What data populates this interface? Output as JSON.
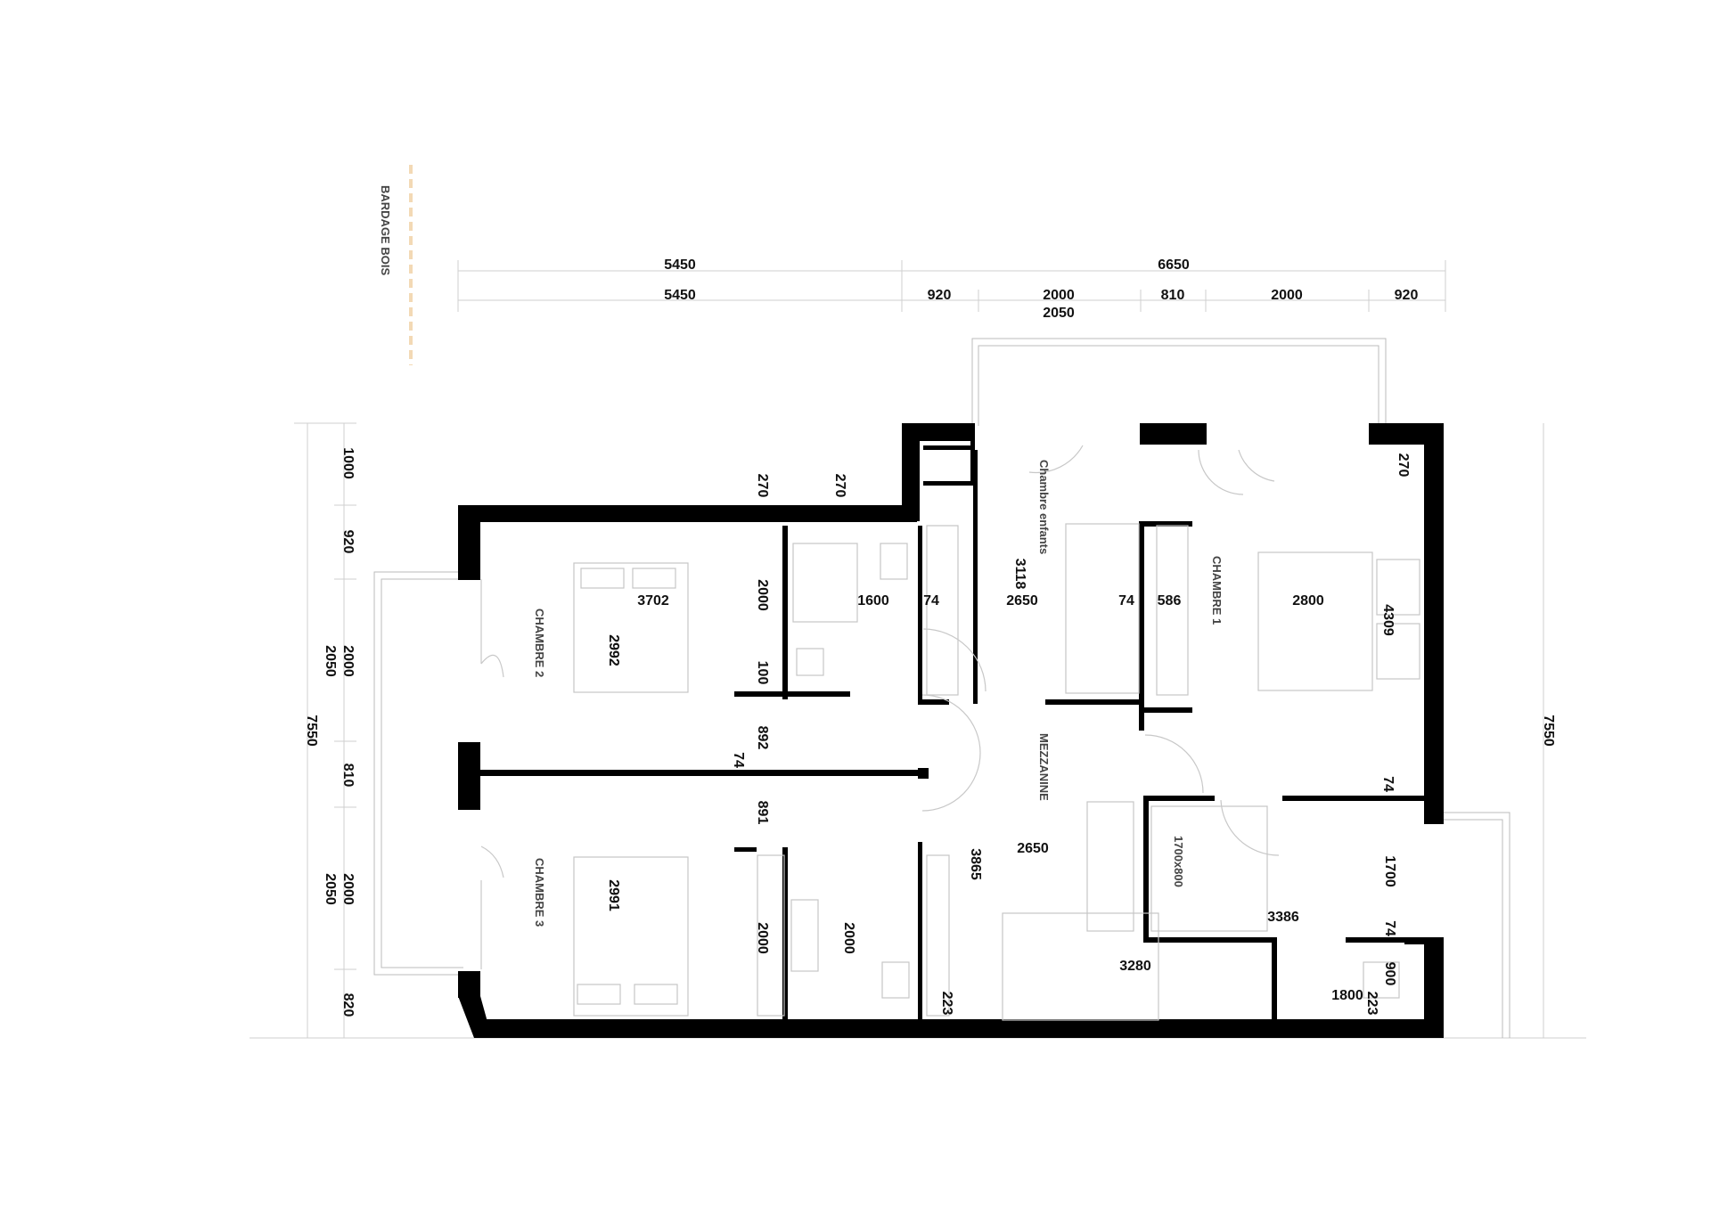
{
  "cladding_label": "BARDAGE BOIS",
  "rooms": {
    "chambre_2": "CHAMBRE 2",
    "chambre_3": "CHAMBRE 3",
    "chambre_enfants": "Chambre enfants",
    "chambre_1": "CHAMBRE 1",
    "mezzanine": "MEZZANINE",
    "bath_size": "1700x800"
  },
  "dimensions_top": {
    "total_left": "5450",
    "total_right": "6650",
    "row2": [
      "5450",
      "920",
      "2000",
      "810",
      "2000",
      "920"
    ],
    "sub": "2050"
  },
  "dimensions_left": {
    "total": "7550",
    "segments": [
      "1000",
      "920",
      "2000",
      "810",
      "2000",
      "820"
    ],
    "sub": [
      "2050",
      "2050"
    ]
  },
  "dimensions_right": {
    "total": "7550"
  },
  "interior_dims": {
    "d270a": "270",
    "d270b": "270",
    "d270c": "270",
    "d3702": "3702",
    "d2992": "2992",
    "d2000a": "2000",
    "d100": "100",
    "d1600": "1600",
    "d74a": "74",
    "d2650a": "2650",
    "d3118": "3118",
    "d74b": "74",
    "d586": "586",
    "d2800": "2800",
    "d4309": "4309",
    "d892": "892",
    "d74c": "74",
    "d891": "891",
    "d74d": "74",
    "d2991": "2991",
    "d2000b": "2000",
    "d2000c": "2000",
    "d3865": "3865",
    "d2650b": "2650",
    "d1700": "1700",
    "d3386": "3386",
    "d74e": "74",
    "d3280": "3280",
    "d900": "900",
    "d1800": "1800",
    "d223a": "223",
    "d223b": "223"
  }
}
